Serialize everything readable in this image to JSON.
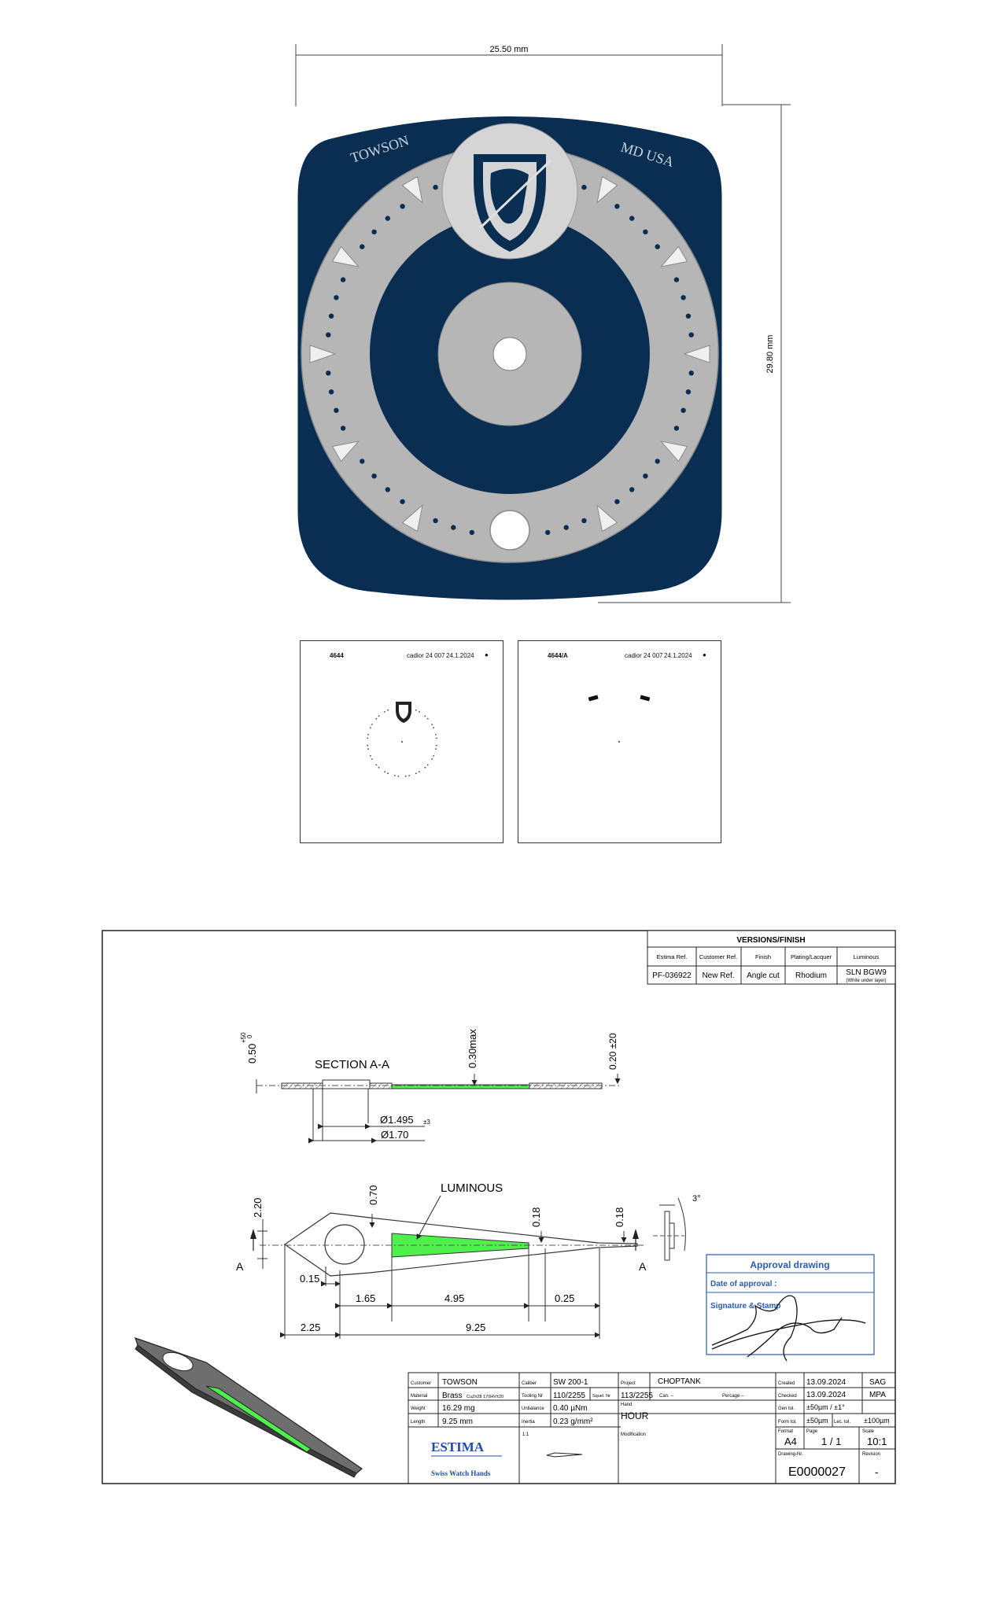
{
  "dial": {
    "width_dim": "25.50 mm",
    "height_dim": "29.80 mm",
    "text_left": "TOWSON",
    "text_right": "MD USA",
    "colors": {
      "navy": "#0a2d52",
      "silver": "#b6b6b6",
      "light": "#d8d8d8"
    }
  },
  "print_plates": [
    {
      "ref": "4644",
      "job": "cadior 24 007",
      "date": "24.1.2024"
    },
    {
      "ref": "4644/A",
      "job": "cadior 24 007",
      "date": "24.1.2024"
    }
  ],
  "drawing": {
    "versions": {
      "title": "VERSIONS/FINISH",
      "headers": [
        "Estima Ref.",
        "Customer Ref.",
        "Finish",
        "Plating/Lacquer",
        "Luminous"
      ],
      "row": [
        "PF-036922",
        "New Ref.",
        "Angle cut",
        "Rhodium",
        "SLN BGW9"
      ],
      "luminous_note": "(White under layer)"
    },
    "section_label": "SECTION A-A",
    "luminous_label": "LUMINOUS",
    "dims": {
      "d_050": "0.50",
      "d_050_tol_top": "+50",
      "d_050_tol_bot": "0",
      "d_030": "0.30max",
      "d_020": "0.20 ±20",
      "d_1495": "Ø1.495",
      "d_1495_tol": "±3",
      "d_170": "Ø1.70",
      "d_220": "2.20",
      "d_070": "0.70",
      "d_018a": "0.18",
      "d_018b": "0.18",
      "d_3deg": "3°",
      "d_015": "0.15",
      "d_165": "1.65",
      "d_495": "4.95",
      "d_025": "0.25",
      "d_225": "2.25",
      "d_925": "9.25",
      "arrow_a": "A"
    },
    "approval": {
      "title": "Approval drawing",
      "date_label": "Date of approval :",
      "sig_label": "Signature & Stamp"
    },
    "titleblock": {
      "customer_l": "Customer",
      "customer": "TOWSON",
      "caliber_l": "Caliber",
      "caliber": "SW 200-1",
      "project_l": "Project",
      "project": "CHOPTANK",
      "material_l": "Material",
      "material": "Brass",
      "material_sub": "CuZn28 170HV±20",
      "tooling_l": "Tooling Nr",
      "tooling": "110/2255",
      "squel_l": "Squel. Nr",
      "squel": "113/2255",
      "can_l": "Can. --",
      "percage_l": "Percage --",
      "weight_l": "Weight",
      "weight": "16.29 mg",
      "unbalance_l": "Unbalance",
      "unbalance": "0.40 µNm",
      "hand_l": "Hand",
      "hand": "HOUR",
      "length_l": "Length",
      "length": "9.25 mm",
      "inertia_l": "Inertia",
      "inertia": "0.23 g/mm²",
      "modification_l": "Modification",
      "scale_small": "1:1",
      "created_l": "Created",
      "created": "13.09.2024",
      "created_by": "SAG",
      "checked_l": "Checked",
      "checked": "13.09.2024",
      "checked_by": "MPA",
      "gentol_l": "Gen tol.",
      "gentol": "±50µm / ±1°",
      "formtol_l": "Form tol.",
      "formtol": "±50µm",
      "lectol_l": "Lec. tol.",
      "lectol": "±100µm",
      "format_l": "Format",
      "format": "A4",
      "page_l": "Page",
      "page": "1 / 1",
      "scale_l": "Scale",
      "scale": "10:1",
      "drawing_l": "Drawing-Nr.",
      "drawing_nr": "E0000027",
      "revision_l": "Revision",
      "revision": "-",
      "logo": "ESTIMA",
      "logo_sub": "Swiss Watch Hands"
    }
  }
}
